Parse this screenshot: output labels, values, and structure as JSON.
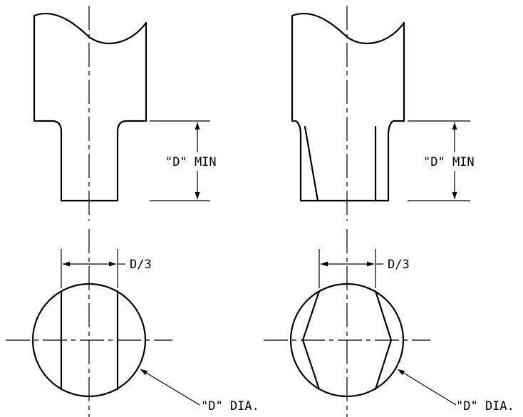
{
  "left_view": {
    "depth_label": "\"D\" MIN",
    "width_label": "D/3",
    "diameter_label": "\"D\" DIA."
  },
  "right_view": {
    "depth_label": "\"D\" MIN",
    "width_label": "D/3",
    "diameter_label": "\"D\" DIA."
  }
}
